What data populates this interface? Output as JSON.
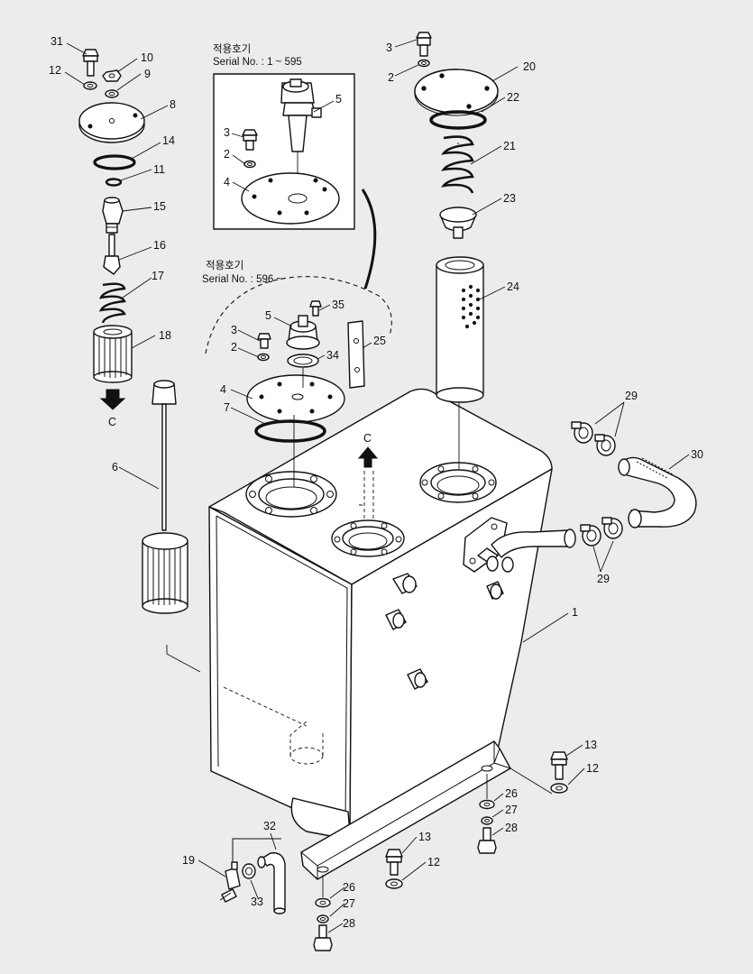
{
  "notes": {
    "top": {
      "line1": "적용호기",
      "line2": "Serial No.  : 1 ~ 595"
    },
    "middle": {
      "line1": "적용호기",
      "line2": "Serial No.  : 596 ~"
    }
  },
  "arrows": {
    "filter_arrow": "C",
    "tank_arrow": "C"
  },
  "callouts": [
    {
      "id": "c31",
      "text": "31"
    },
    {
      "id": "c10",
      "text": "10"
    },
    {
      "id": "c12a",
      "text": "12"
    },
    {
      "id": "c9",
      "text": "9"
    },
    {
      "id": "c8",
      "text": "8"
    },
    {
      "id": "c14",
      "text": "14"
    },
    {
      "id": "c11",
      "text": "11"
    },
    {
      "id": "c15",
      "text": "15"
    },
    {
      "id": "c16",
      "text": "16"
    },
    {
      "id": "c17",
      "text": "17"
    },
    {
      "id": "c18",
      "text": "18"
    },
    {
      "id": "c6",
      "text": "6"
    },
    {
      "id": "c5top",
      "text": "5"
    },
    {
      "id": "c3top",
      "text": "3"
    },
    {
      "id": "c2top",
      "text": "2"
    },
    {
      "id": "c4top",
      "text": "4"
    },
    {
      "id": "c35",
      "text": "35"
    },
    {
      "id": "c5mid",
      "text": "5"
    },
    {
      "id": "c3mid",
      "text": "3"
    },
    {
      "id": "c2mid",
      "text": "2"
    },
    {
      "id": "c34",
      "text": "34"
    },
    {
      "id": "c25",
      "text": "25"
    },
    {
      "id": "c4mid",
      "text": "4"
    },
    {
      "id": "c7",
      "text": "7"
    },
    {
      "id": "c3r",
      "text": "3"
    },
    {
      "id": "c2r",
      "text": "2"
    },
    {
      "id": "c20",
      "text": "20"
    },
    {
      "id": "c22",
      "text": "22"
    },
    {
      "id": "c21",
      "text": "21"
    },
    {
      "id": "c23",
      "text": "23"
    },
    {
      "id": "c24",
      "text": "24"
    },
    {
      "id": "c29a",
      "text": "29"
    },
    {
      "id": "c30",
      "text": "30"
    },
    {
      "id": "c29b",
      "text": "29"
    },
    {
      "id": "c1",
      "text": "1"
    },
    {
      "id": "c13a",
      "text": "13"
    },
    {
      "id": "c12b",
      "text": "12"
    },
    {
      "id": "c26a",
      "text": "26"
    },
    {
      "id": "c27a",
      "text": "27"
    },
    {
      "id": "c28a",
      "text": "28"
    },
    {
      "id": "c32",
      "text": "32"
    },
    {
      "id": "c19",
      "text": "19"
    },
    {
      "id": "c33",
      "text": "33"
    },
    {
      "id": "c13b",
      "text": "13"
    },
    {
      "id": "c12c",
      "text": "12"
    },
    {
      "id": "c26b",
      "text": "26"
    },
    {
      "id": "c27b",
      "text": "27"
    },
    {
      "id": "c28b",
      "text": "28"
    }
  ]
}
